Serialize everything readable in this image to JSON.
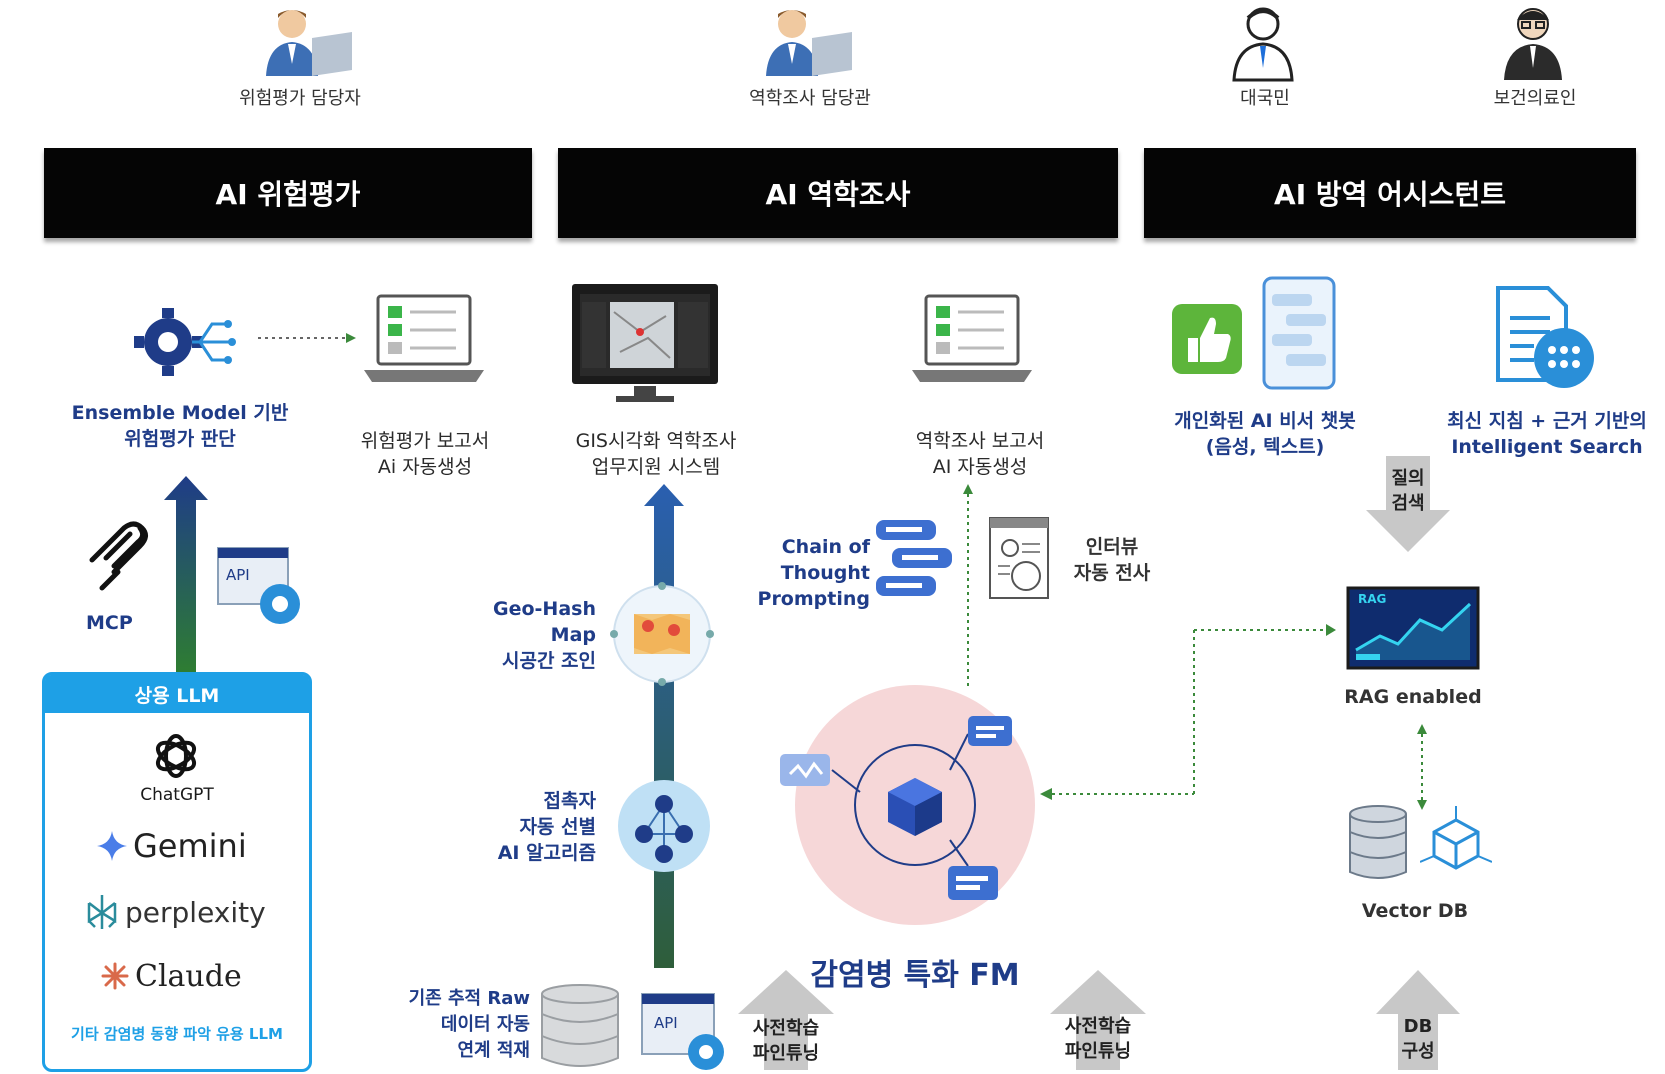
{
  "people": [
    {
      "label": "위험평가 담당자"
    },
    {
      "label": "역학조사 담당관"
    },
    {
      "label": "대국민"
    },
    {
      "label": "보건의료인"
    }
  ],
  "bars": [
    {
      "label": "AI 위험평가"
    },
    {
      "label": "AI 역학조사"
    },
    {
      "label": "AI 방역 어시스턴트"
    }
  ],
  "risk": {
    "ensemble_label": "Ensemble Model 기반\n위험평가 판단",
    "report_label": "위험평가 보고서\nAi 자동생성",
    "mcp_label": "MCP",
    "api_label": "API",
    "llm_header": "상용 LLM",
    "llms": [
      "ChatGPT",
      "Gemini",
      "perplexity",
      "Claude"
    ],
    "llm_footer": "기타 감염병 동향 파악 유용 LLM"
  },
  "epi": {
    "gis_label": "GIS시각화 역학조사\n업무지원 시스템",
    "report_label": "역학조사 보고서\nAI 자동생성",
    "cot_label": "Chain of Thought\nPrompting",
    "interview_label": "인터뷰\n자동 전사",
    "geohash_label": "Geo-Hash\nMap\n시공간 조인",
    "contact_label": "접촉자\n자동 선별\nAI 알고리즘",
    "raw_label": "기존 추적 Raw\n데이터 자동\n연계 적재",
    "api_label": "API",
    "pretrain1": "사전학습\n파인튜닝",
    "fm_label": "감염병 특화 FM",
    "pretrain2": "사전학습\n파인튜닝"
  },
  "assist": {
    "chatbot_label": "개인화된 AI 비서 챗봇\n(음성, 텍스트)",
    "search_label": "최신 지침 + 근거 기반의\nIntelligent Search",
    "query_label": "질의\n검색",
    "rag_label": "RAG enabled",
    "vectordb_label": "Vector DB",
    "db_label": "DB\n구성",
    "rag_screen_text": "RAG"
  },
  "colors": {
    "bar": "#050505",
    "llm_blue": "#1ea0e6",
    "navy": "#1f3c88",
    "green_arrow": "#2e5e3a",
    "fm_pink": "#f3c9cb"
  }
}
